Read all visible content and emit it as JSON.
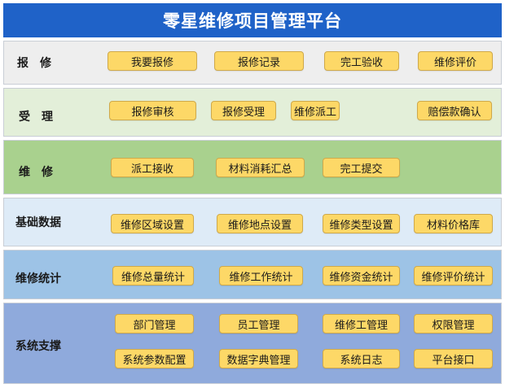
{
  "title": "零星维修项目管理平台",
  "colors": {
    "header": "#1f62c8",
    "button": "#fdd867",
    "band_report": "#eeeeee",
    "band_accept": "#e3efd9",
    "band_repair": "#a9d18e",
    "band_basic": "#deebf7",
    "band_stats": "#9dc3e6",
    "band_system": "#8faadc"
  },
  "sections": {
    "report": {
      "label": "报　修",
      "buttons": [
        "我要报修",
        "报修记录",
        "完工验收",
        "维修评价"
      ]
    },
    "accept": {
      "label": "受　理",
      "buttons": [
        "报修审核",
        "报修受理",
        "维修派工",
        "赔偿款确认"
      ]
    },
    "repair": {
      "label": "维　修",
      "buttons": [
        "派工接收",
        "材料消耗汇总",
        "完工提交"
      ]
    },
    "basic": {
      "label": "基础数据",
      "buttons": [
        "维修区域设置",
        "维修地点设置",
        "维修类型设置",
        "材料价格库"
      ]
    },
    "stats": {
      "label": "维修统计",
      "buttons": [
        "维修总量统计",
        "维修工作统计",
        "维修资金统计",
        "维修评价统计"
      ]
    },
    "system": {
      "label": "系统支撑",
      "buttons": [
        "部门管理",
        "员工管理",
        "维修工管理",
        "权限管理",
        "系统参数配置",
        "数据字典管理",
        "系统日志",
        "平台接口"
      ]
    }
  }
}
